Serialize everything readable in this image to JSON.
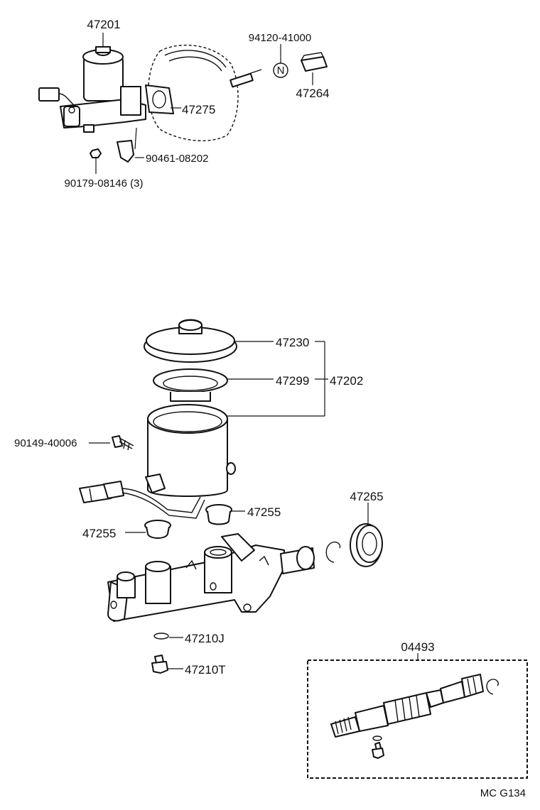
{
  "diagram": {
    "labels": {
      "p47201": "47201",
      "p94120": "94120-41000",
      "n_mark": "N",
      "p47264": "47264",
      "p47275": "47275",
      "p90461": "90461-08202",
      "p90179": "90179-08146 (3)",
      "p47230": "47230",
      "p47299": "47299",
      "p47202": "47202",
      "p90149": "90149-40006",
      "p47255a": "47255",
      "p47255b": "47255",
      "p47265": "47265",
      "p47210J": "47210J",
      "p47210T": "47210T",
      "p04493": "04493",
      "code": "MC G134"
    }
  }
}
